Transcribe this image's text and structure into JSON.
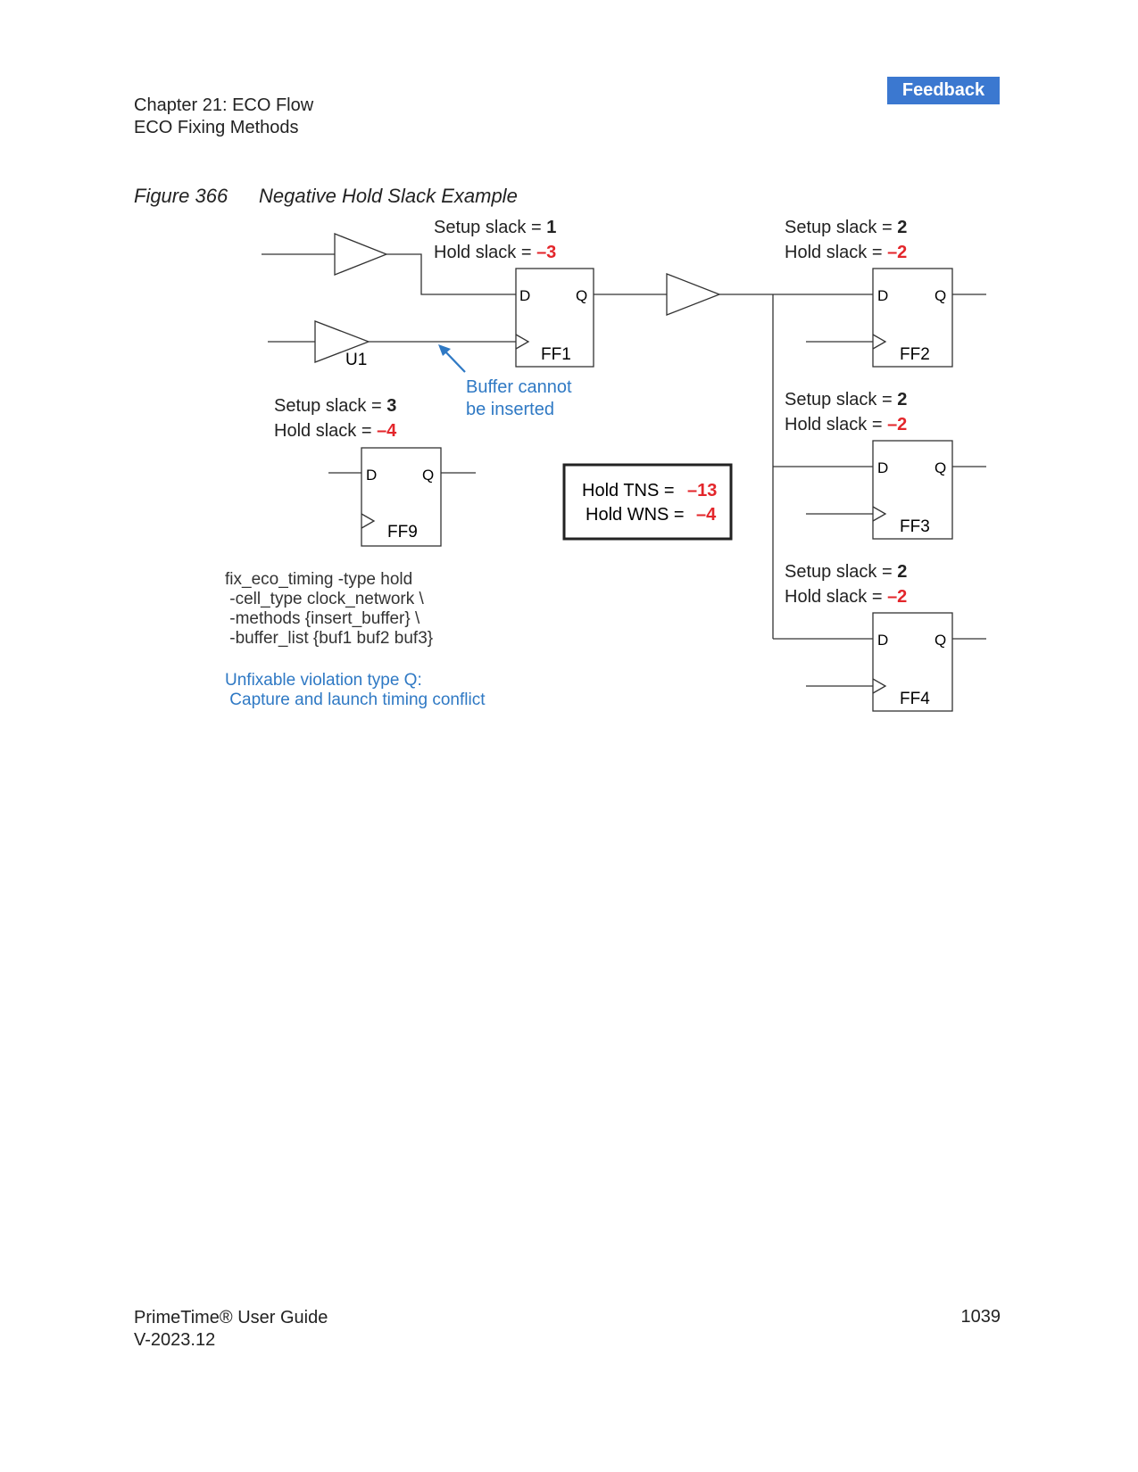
{
  "header": {
    "chapter": "Chapter 21: ECO Flow",
    "section": "ECO Fixing Methods",
    "feedback_label": "Feedback"
  },
  "figure": {
    "number": "Figure 366",
    "title": "Negative Hold Slack Example"
  },
  "diagram": {
    "ff1": {
      "setup_label": "Setup slack = ",
      "setup_value": "1",
      "hold_label": "Hold slack = ",
      "hold_value": "–3",
      "name": "FF1"
    },
    "ff2": {
      "setup_label": "Setup slack = ",
      "setup_value": "2",
      "hold_label": "Hold slack = ",
      "hold_value": "–2",
      "name": "FF2"
    },
    "ff3": {
      "setup_label": "Setup slack = ",
      "setup_value": "2",
      "hold_label": "Hold slack = ",
      "hold_value": "–2",
      "name": "FF3"
    },
    "ff4": {
      "setup_label": "Setup slack = ",
      "setup_value": "2",
      "hold_label": "Hold slack = ",
      "hold_value": "–2",
      "name": "FF4"
    },
    "ff9": {
      "setup_label": "Setup slack = ",
      "setup_value": "3",
      "hold_label": "Hold slack = ",
      "hold_value": "–4",
      "name": "FF9"
    },
    "d_pin": "D",
    "q_pin": "Q",
    "u1_label": "U1",
    "annotation_line1": "Buffer cannot",
    "annotation_line2": "be inserted",
    "tns_label": "Hold TNS =",
    "tns_value": "–13",
    "wns_label": "Hold WNS =",
    "wns_value": "–4",
    "command_lines": [
      "fix_eco_timing -type hold",
      " -cell_type clock_network \\",
      " -methods {insert_buffer} \\",
      " -buffer_list {buf1 buf2 buf3}"
    ],
    "message_lines": [
      "Unfixable violation type Q:",
      " Capture and launch timing conflict"
    ],
    "colors": {
      "negative": "#e3262b",
      "annotation": "#2f79c4",
      "line": "#333333"
    }
  },
  "footer": {
    "product": "PrimeTime® User Guide",
    "version": "V-2023.12",
    "page": "1039"
  }
}
